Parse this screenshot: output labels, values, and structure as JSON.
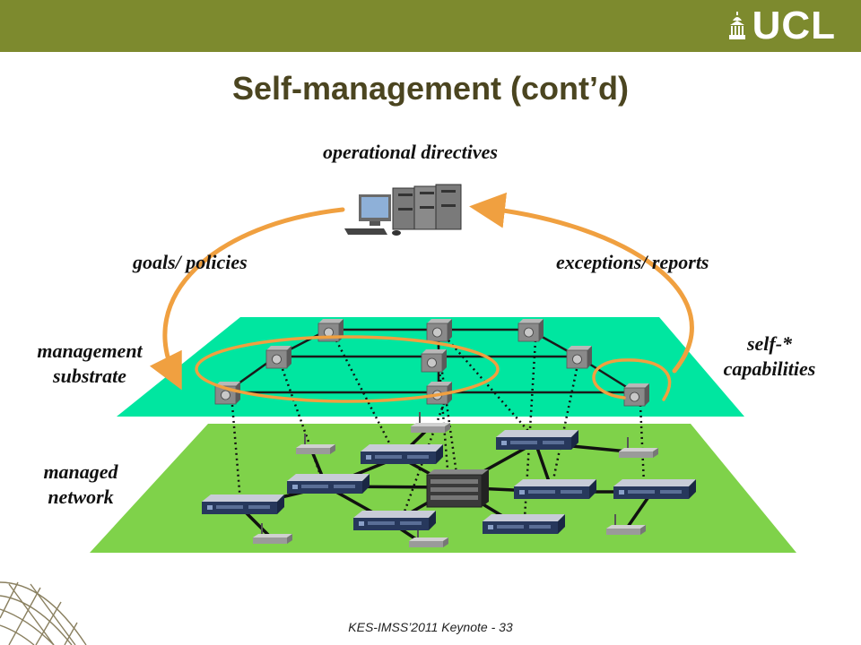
{
  "header": {
    "logo_text": "UCL",
    "title": "Self-management (cont’d)"
  },
  "labels": {
    "operational_directives": "operational directives",
    "goals_policies": "goals/ policies",
    "exceptions_reports": "exceptions/ reports",
    "management_line1": "management",
    "management_line2": "substrate",
    "self_line1": "self-*",
    "self_line2": "capabilities",
    "managed_line1": "managed",
    "managed_line2": "network"
  },
  "footer": {
    "text": "KES-IMSS’2011 Keynote - 33"
  },
  "colors": {
    "header_bar": "#7d8a2e",
    "title": "#4b4520",
    "substrate_plane": "#00e6a0",
    "network_plane": "#7fd24a",
    "arrow": "#f0a040"
  },
  "icons": [
    "ucl-dome-icon",
    "workstation-icon",
    "server-icon",
    "management-node-icon",
    "router-icon",
    "wireless-ap-icon",
    "core-switch-icon",
    "geodesic-dome-icon"
  ]
}
